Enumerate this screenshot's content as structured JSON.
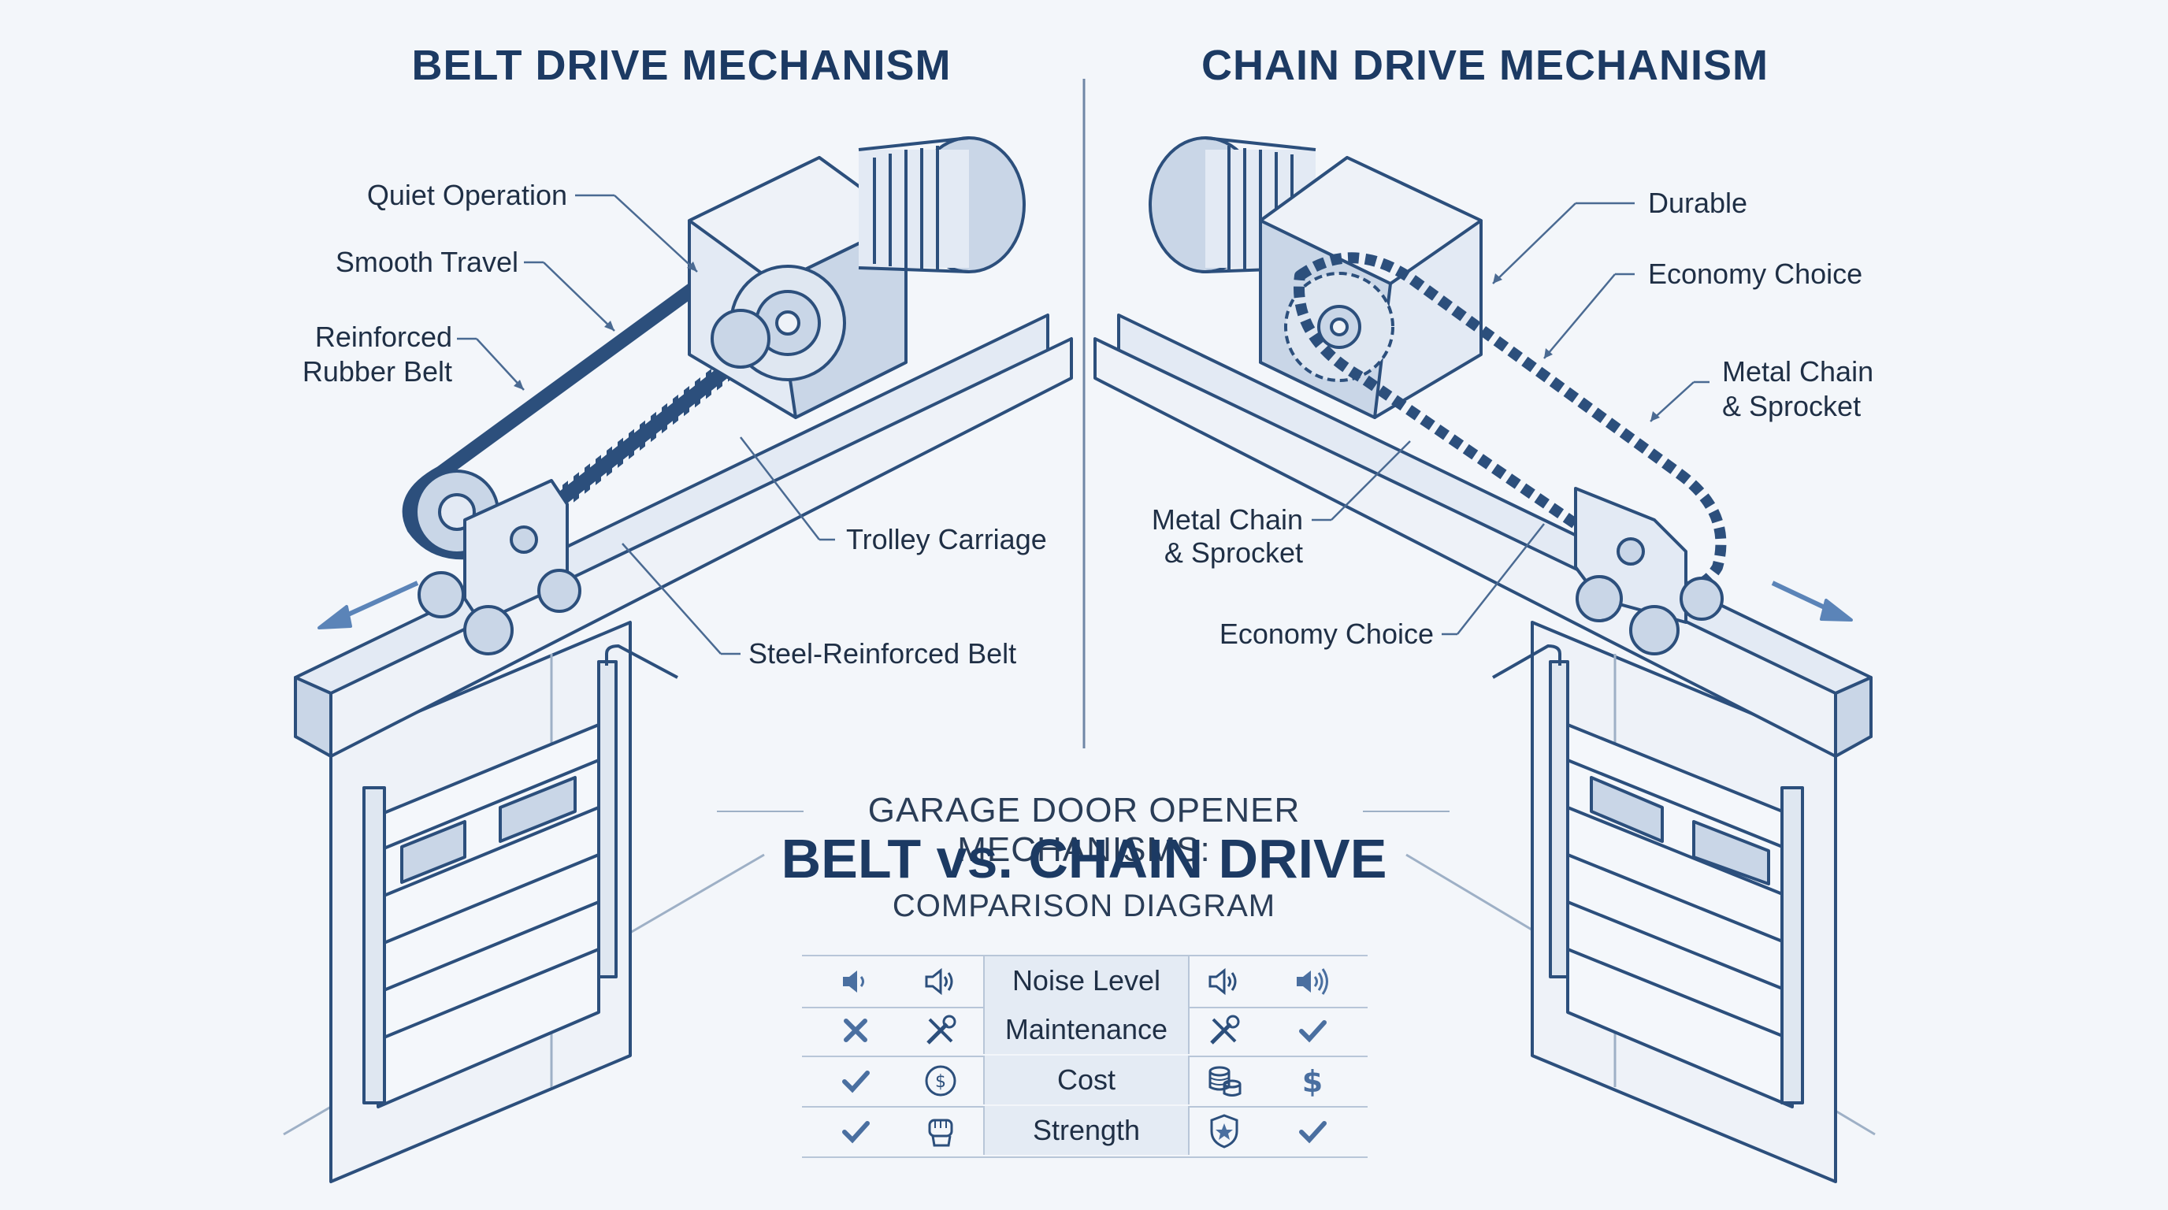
{
  "belt": {
    "title": "BELT DRIVE MECHANISM",
    "labels": {
      "quiet_operation": "Quiet Operation",
      "smooth_travel": "Smooth Travel",
      "reinforced_rubber_belt_line1": "Reinforced",
      "reinforced_rubber_belt_line2": "Rubber Belt",
      "trolley_carriage": "Trolley Carriage",
      "steel_reinforced_belt": "Steel-Reinforced Belt"
    }
  },
  "chain": {
    "title": "CHAIN DRIVE MECHANISM",
    "labels": {
      "durable": "Durable",
      "economy_choice_top": "Economy Choice",
      "metal_chain_sprocket_right_line1": "Metal Chain",
      "metal_chain_sprocket_right_line2": "& Sprocket",
      "metal_chain_sprocket_left_line1": "Metal Chain",
      "metal_chain_sprocket_left_line2": "& Sprocket",
      "economy_choice_bottom": "Economy Choice"
    }
  },
  "heading": {
    "top": "GARAGE DOOR OPENER MECHANISMS:",
    "main": "BELT vs. CHAIN DRIVE",
    "sub": "COMPARISON DIAGRAM"
  },
  "comparison": {
    "rows": [
      {
        "label": "Noise Level",
        "belt_icons": [
          "speaker-low-icon",
          "speaker-wave-icon"
        ],
        "chain_icons": [
          "speaker-wave-icon",
          "speaker-loud-icon"
        ]
      },
      {
        "label": "Maintenance",
        "belt_icons": [
          "x-mark-icon",
          "tools-icon"
        ],
        "chain_icons": [
          "tools-icon",
          "check-icon"
        ]
      },
      {
        "label": "Cost",
        "belt_icons": [
          "check-icon",
          "dollar-coin-icon"
        ],
        "chain_icons": [
          "coin-stack-icon",
          "dollar-sign-icon"
        ]
      },
      {
        "label": "Strength",
        "belt_icons": [
          "check-icon",
          "fist-icon"
        ],
        "chain_icons": [
          "shield-star-icon",
          "check-icon"
        ]
      }
    ]
  },
  "colors": {
    "line": "#2c4f7c",
    "fill_light": "#e3eaf4",
    "fill_mid": "#c9d6e7",
    "accent": "#5b84b8",
    "text_dark": "#1c3a63"
  }
}
